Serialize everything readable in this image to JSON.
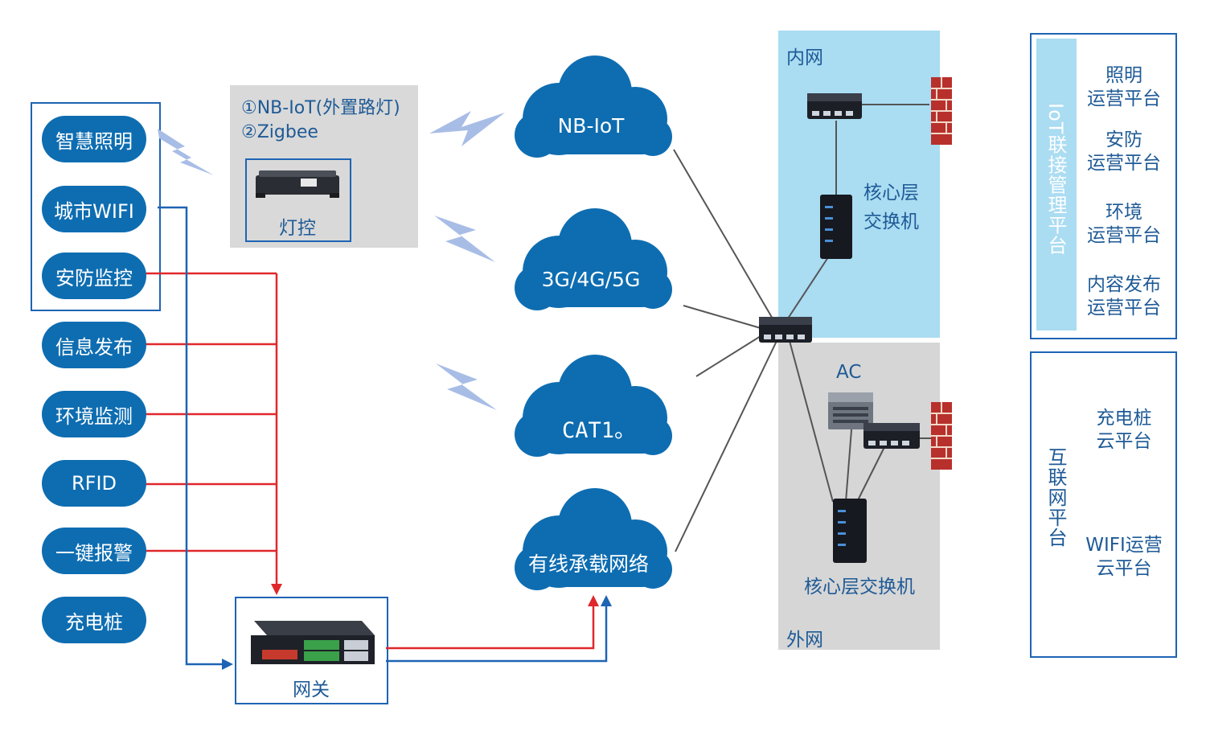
{
  "devices": {
    "items": [
      {
        "label": "智慧照明"
      },
      {
        "label": "城市WIFI"
      },
      {
        "label": "安防监控"
      },
      {
        "label": "信息发布"
      },
      {
        "label": "环境监测"
      },
      {
        "label": "RFID"
      },
      {
        "label": "一键报警"
      },
      {
        "label": "充电桩"
      }
    ]
  },
  "light_control": {
    "line1": "①NB-IoT(外置路灯)",
    "line2": "②Zigbee",
    "device_label": "灯控"
  },
  "gateway": {
    "label": "网关"
  },
  "clouds": [
    {
      "label": "NB-IoT"
    },
    {
      "label": "3G/4G/5G"
    },
    {
      "label": "CAT1。"
    },
    {
      "label": "有线承载网络"
    }
  ],
  "intranet": {
    "title": "内网",
    "switch_label_1": "核心层",
    "switch_label_2": "交换机"
  },
  "extranet": {
    "title": "外网",
    "ac_label": "AC",
    "switch_label": "核心层交换机"
  },
  "iot_platform": {
    "title": "IoT联接管理平台",
    "items": [
      {
        "line1": "照明",
        "line2": "运营平台"
      },
      {
        "line1": "安防",
        "line2": "运营平台"
      },
      {
        "line1": "环境",
        "line2": "运营平台"
      },
      {
        "line1": "内容发布",
        "line2": "运营平台"
      }
    ]
  },
  "internet_platform": {
    "title": "互联网平台",
    "items": [
      {
        "line1": "充电桩",
        "line2": "云平台"
      },
      {
        "line1": "WIFI运营",
        "line2": "云平台"
      }
    ]
  },
  "colors": {
    "brand_blue": "#0e6db1",
    "text_blue": "#1e5a96",
    "connector_red": "#e0282c",
    "connector_blue": "#1e64b4",
    "intranet_bg": "#aadcf2",
    "extranet_bg": "#d6d6d6",
    "panel_gray": "#d9d9d9"
  }
}
